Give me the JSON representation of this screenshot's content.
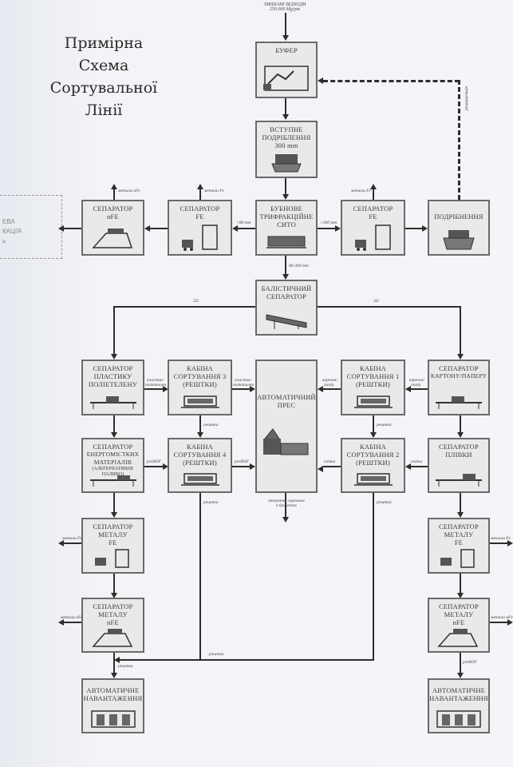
{
  "title": {
    "line1": "Примірна Схема",
    "line2": "Сортувальної",
    "line3": "Лінії"
  },
  "input": {
    "line1": "ЗМІШАНІ ВІДХОДИ",
    "line2": "250 000 Mg/рік"
  },
  "cut_stub": {
    "line1": "ЕВА",
    "line2": "КАЦІЯ",
    "line3": "ь"
  },
  "boxes": {
    "buffer": {
      "label": "БУФЕР"
    },
    "pre_shred": {
      "label1": "ВСТУПНЕ",
      "label2": "ПОДРІБЛЕННЯ",
      "label3": "300 mm"
    },
    "sep_nfe_top": {
      "label1": "СЕПАРАТОР",
      "label2": "nFE"
    },
    "sep_fe_left": {
      "label1": "СЕПАРАТОР",
      "label2": "FE"
    },
    "drum": {
      "label1": "БУБНОВЕ",
      "label2": "ТРИФРАКЦІЙНЕ",
      "label3": "СИТО"
    },
    "sep_fe_right": {
      "label1": "СЕПАРАТОР",
      "label2": "FE"
    },
    "shredding": {
      "label": "ПОДРІБНЕННЯ"
    },
    "ballistic": {
      "label1": "БАЛІСТИЧНИЙ",
      "label2": "СЕПАРАТОР"
    },
    "sep_plastic": {
      "label1": "СЕПАРАТОР",
      "label2": "ПЛАСТИКУ",
      "label3": "ПОЛІЕТЕЛЕНУ"
    },
    "cabin3": {
      "label1": "КАБІНА",
      "label2": "СОРТУВАННЯ 3",
      "label3": "(РЕШТКИ)"
    },
    "press": {
      "label1": "АВТОМАТИЧНИЙ",
      "label2": "ПРЕС"
    },
    "cabin1": {
      "label1": "КАБІНА",
      "label2": "СОРТУВАННЯ 1",
      "label3": "(РЕШТКИ)"
    },
    "sep_carton": {
      "label1": "СЕПАРАТОР",
      "label2": "КАРТОНУ/ПАПЕРУ"
    },
    "sep_energy": {
      "label1": "СЕПАРАТОР",
      "label2": "ЕНЕРГОМІСТКИХ",
      "label3": "МАТЕРІАЛІВ",
      "label4": "(АЛЬТЕРНАТИВНЕ ПАЛИВО)"
    },
    "cabin4": {
      "label1": "КАБІНА",
      "label2": "СОРТУВАННЯ 4",
      "label3": "(РЕШТКИ)"
    },
    "cabin2": {
      "label1": "КАБІНА",
      "label2": "СОРТУВАННЯ 2",
      "label3": "(РЕШТКИ)"
    },
    "sep_film": {
      "label1": "СЕПАРАТОР",
      "label2": "ПЛІВКИ"
    },
    "sep_metal_fe_left": {
      "label1": "СЕПАРАТОР",
      "label2": "МЕТАЛУ",
      "label3": "FE"
    },
    "sep_metal_fe_right": {
      "label1": "СЕПАРАТОР",
      "label2": "МЕТАЛУ",
      "label3": "FE"
    },
    "sep_metal_nfe_left": {
      "label1": "СЕПАРАТОР",
      "label2": "МЕТАЛУ",
      "label3": "nFE"
    },
    "sep_metal_nfe_right": {
      "label1": "СЕПАРАТОР",
      "label2": "МЕТАЛУ",
      "label3": "nFE"
    },
    "autoload_left": {
      "label1": "АВТОМАТИЧНЕ",
      "label2": "НАВАНТАЖЕННЯ"
    },
    "autoload_right": {
      "label1": "АВТОМАТИЧНЕ",
      "label2": "НАВАНТАЖЕННЯ"
    }
  },
  "notes": {
    "recirculation": "рециркуляція",
    "metal_nfe_top": "метали nFe",
    "metal_fe_top_left": "метали Fe",
    "metal_fe_top_right": "метали Fe",
    "under80": "<80 mm",
    "over300": ">300 mm",
    "range": "80-300 mm",
    "twoD_left": "2D",
    "twoD_right": "2D",
    "plastic1": "пластик/",
    "plastic2": "поліетилен",
    "plastic3": "пластик/",
    "plastic4": "поліетилен",
    "carton1": "картон/",
    "carton2": "папір",
    "carton3": "картон/",
    "carton4": "папір",
    "residue_c3": "рештки",
    "residue_c1": "рештки",
    "prerdf_left": "preRDF",
    "prerdf_mid": "preRDF",
    "film_mid": "плівка",
    "film_right": "плівка",
    "residue_c4": "рештки",
    "residue_c2": "рештки",
    "recycle1": "вторинна сировина",
    "recycle2": "в брикетах",
    "metal_fe_left": "метали Fe",
    "metal_fe_right": "метали Fe",
    "metal_nfe_left": "метали nFe",
    "metal_nfe_right": "метали nFe",
    "residue_bottom": "рештки",
    "residue_left": "рештки",
    "prerdf_right": "preRDF"
  }
}
